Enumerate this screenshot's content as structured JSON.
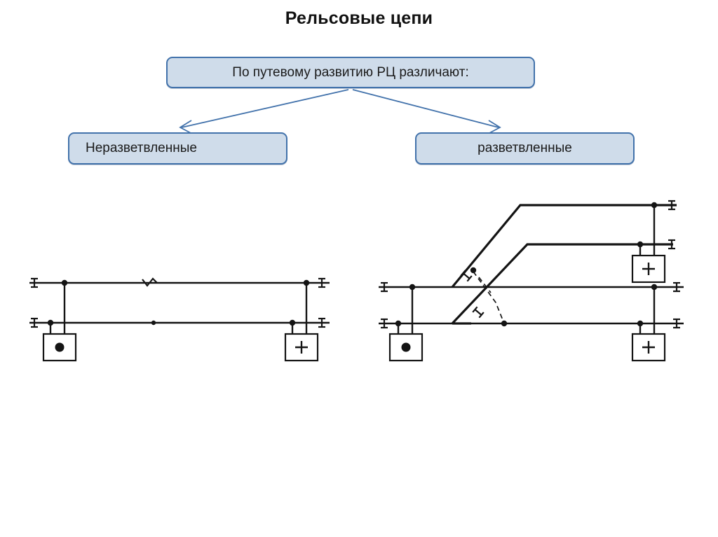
{
  "slide": {
    "title": "Рельсовые цепи",
    "background_color": "#ffffff"
  },
  "flowchart": {
    "accent_color": "#4272ab",
    "box_fill_color": "#cfdcea",
    "root": {
      "label": "По путевому развитию РЦ различают:"
    },
    "branches": [
      {
        "label": "Неразветвленные",
        "align": "left"
      },
      {
        "label": "разветвленные",
        "align": "center"
      }
    ],
    "connectors": [
      {
        "name": "arrow-to-left-branch",
        "direction": "down-left"
      },
      {
        "name": "arrow-to-right-branch",
        "direction": "down-right"
      }
    ]
  },
  "diagrams": [
    {
      "name": "unbranched-track-circuit",
      "caption_ref": "Неразветвленные",
      "elements": {
        "rails": 2,
        "insulated_joints": 4,
        "receiver_box_symbol": "●",
        "feeder_box_symbol": "+",
        "rail_bond_marks": 2
      }
    },
    {
      "name": "branched-track-circuit",
      "caption_ref": "разветвленные",
      "elements": {
        "rails": 2,
        "branch_tracks": 2,
        "insulated_joints": 8,
        "receiver_box_symbol": "●",
        "feeder_box_symbol": "+",
        "feeder_box_count": 2,
        "dashed_jumpers": 2
      }
    }
  ]
}
